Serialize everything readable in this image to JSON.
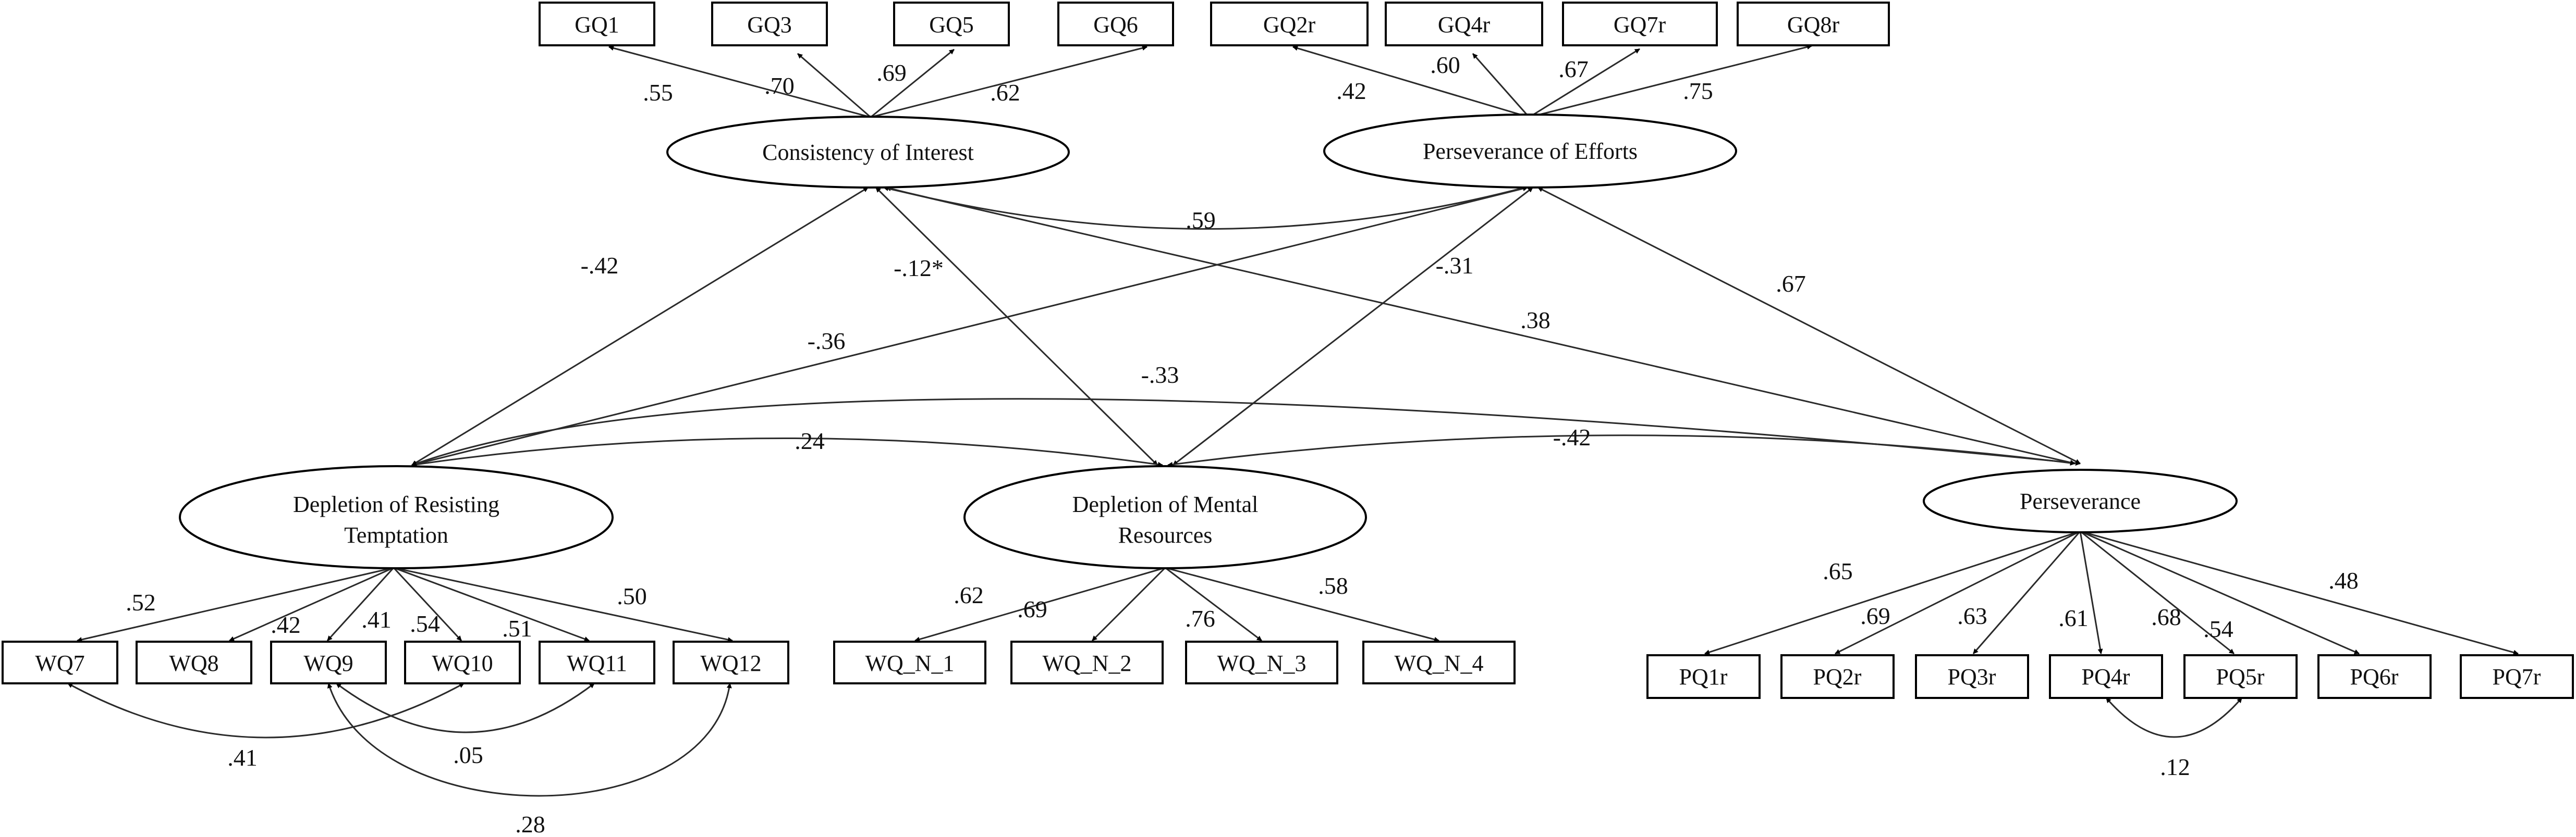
{
  "observed": {
    "GQ1": "GQ1",
    "GQ3": "GQ3",
    "GQ5": "GQ5",
    "GQ6": "GQ6",
    "GQ2r": "GQ2r",
    "GQ4r": "GQ4r",
    "GQ7r": "GQ7r",
    "GQ8r": "GQ8r",
    "WQ7": "WQ7",
    "WQ8": "WQ8",
    "WQ9": "WQ9",
    "WQ10": "WQ10",
    "WQ11": "WQ11",
    "WQ12": "WQ12",
    "WQN1": "WQ_N_1",
    "WQN2": "WQ_N_2",
    "WQN3": "WQ_N_3",
    "WQN4": "WQ_N_4",
    "PQ1r": "PQ1r",
    "PQ2r": "PQ2r",
    "PQ3r": "PQ3r",
    "PQ4r": "PQ4r",
    "PQ5r": "PQ5r",
    "PQ6r": "PQ6r",
    "PQ7r": "PQ7r"
  },
  "latent": {
    "CI": "Consistency of Interest",
    "PE": "Perseverance of Efforts",
    "DRT1": "Depletion of Resisting",
    "DRT2": "Temptation",
    "DMR1": "Depletion of Mental",
    "DMR2": "Resources",
    "PER": "Perseverance"
  },
  "loadings": {
    "GQ1": ".55",
    "GQ3": ".70",
    "GQ5": ".69",
    "GQ6": ".62",
    "GQ2r": ".42",
    "GQ4r": ".60",
    "GQ7r": ".67",
    "GQ8r": ".75",
    "WQ7": ".52",
    "WQ8": ".42",
    "WQ9": ".41",
    "WQ10": ".54",
    "WQ11": ".51",
    "WQ12": ".50",
    "WQN1": ".62",
    "WQN2": ".69",
    "WQN3": ".76",
    "WQN4": ".58",
    "PQ1r": ".65",
    "PQ2r": ".69",
    "PQ3r": ".63",
    "PQ4r": ".61",
    "PQ5r": ".68",
    "PQ6r": ".54",
    "PQ7r": ".48"
  },
  "correlations": {
    "CI_PE": ".59",
    "CI_DRT": "-.42",
    "CI_DMR": "-.12*",
    "CI_PER": ".38",
    "PE_DRT": "-.36",
    "PE_DMR": "-.31",
    "PE_PER": ".67",
    "DRT_DMR": ".24",
    "DRT_PER": "-.33",
    "DMR_PER": "-.42"
  },
  "error_covariances": {
    "WQ7_WQ10": ".41",
    "WQ9_WQ11": ".05",
    "WQ9_WQ12": ".28",
    "PQ4r_PQ5r": ".12"
  }
}
